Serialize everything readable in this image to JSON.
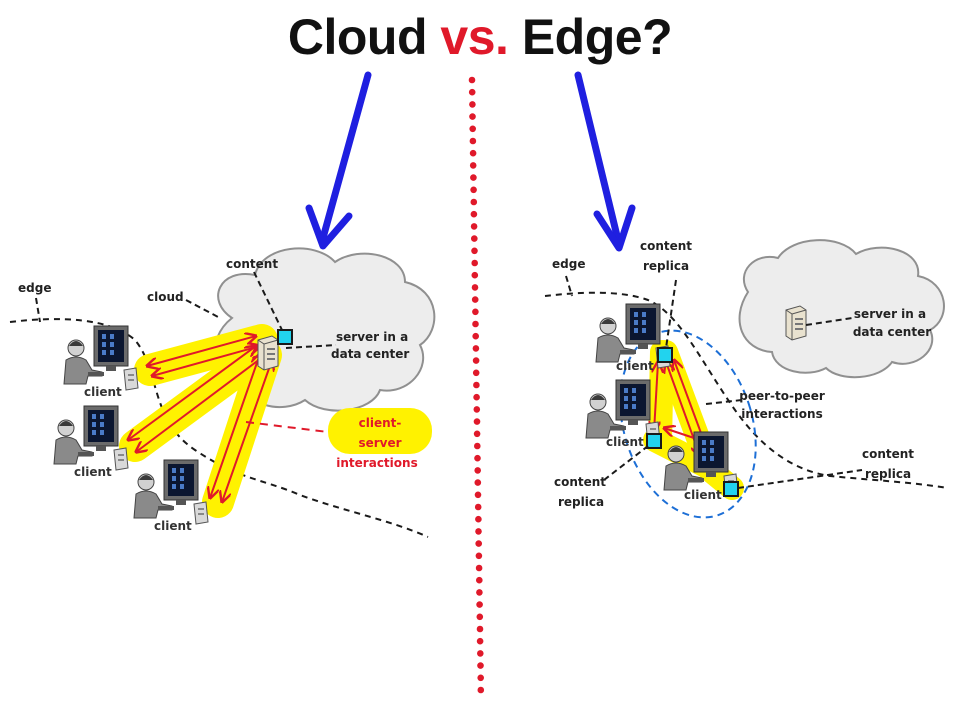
{
  "title": {
    "part1": "Cloud",
    "part2": "vs.",
    "part3": "Edge?"
  },
  "colors": {
    "arrow_blue": "#1f1fe0",
    "divider_red": "#e0192a",
    "highlight_yellow": "#fff200",
    "content_cyan": "#22d3ee",
    "edge_dash": "#1a1a1a",
    "p2p_ellipse": "#1d6fd6"
  },
  "icons": [
    "cloud-icon",
    "server-icon",
    "computer-user-icon",
    "content-square-icon",
    "arrow-icon"
  ],
  "left_panel": {
    "edge_label": "edge",
    "cloud_label": "cloud",
    "content_label": "content",
    "server_label": [
      "server in a",
      "data center"
    ],
    "interactions_label": [
      "client-",
      "server",
      "interactions"
    ],
    "client_labels": [
      "client",
      "client",
      "client"
    ]
  },
  "right_panel": {
    "edge_label": "edge",
    "top_replica_label": [
      "content",
      "replica"
    ],
    "server_label": [
      "server in a",
      "data center"
    ],
    "p2p_label": [
      "peer-to-peer",
      "interactions"
    ],
    "left_replica_label": [
      "content",
      "replica"
    ],
    "right_replica_label": [
      "content",
      "replica"
    ],
    "client_labels": [
      "client",
      "client",
      "client"
    ]
  }
}
